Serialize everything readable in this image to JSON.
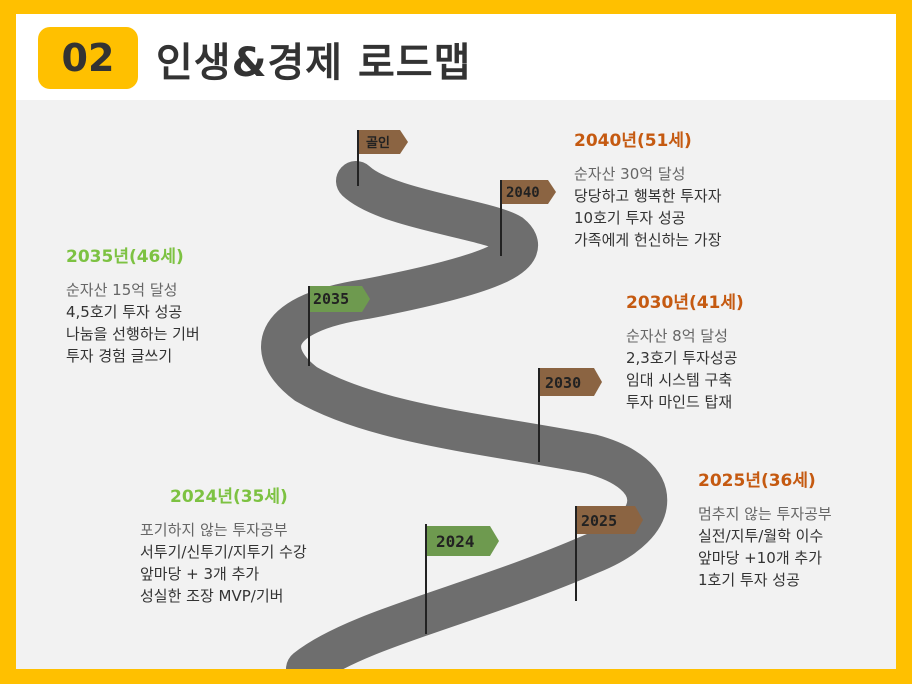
{
  "header": {
    "number": "02",
    "title": "인생&경제 로드맵"
  },
  "colors": {
    "frame": "#FFC000",
    "road": "#6E6E6E",
    "flag_brown": "#8B6442",
    "flag_green": "#6E9A4F",
    "year_orange": "#C55A11",
    "year_green": "#7DC242"
  },
  "flags": {
    "goal": "골인",
    "f2040": "2040",
    "f2035": "2035",
    "f2030": "2030",
    "f2025": "2025",
    "f2024": "2024"
  },
  "milestones": {
    "m2040": {
      "year": "2040년(51세)",
      "lines": [
        "순자산 30억 달성",
        "당당하고 행복한 투자자",
        "10호기 투자 성공",
        "가족에게 헌신하는 가장"
      ]
    },
    "m2035": {
      "year": "2035년(46세)",
      "lines": [
        "순자산 15억 달성",
        "4,5호기 투자 성공",
        "나눔을 선행하는 기버",
        "투자 경험 글쓰기"
      ]
    },
    "m2030": {
      "year": "2030년(41세)",
      "lines": [
        "순자산 8억 달성",
        "2,3호기 투자성공",
        "임대 시스템 구축",
        "투자 마인드 탑재"
      ]
    },
    "m2025": {
      "year": "2025년(36세)",
      "lines": [
        "멈추지 않는 투자공부",
        "실전/지투/월학 이수",
        "앞마당 +10개 추가",
        "1호기 투자 성공"
      ]
    },
    "m2024": {
      "year": "2024년(35세)",
      "lines": [
        "포기하지 않는 투자공부",
        "서투기/신투기/지투기 수강",
        "앞마당 + 3개 추가",
        "성실한 조장 MVP/기버"
      ]
    }
  }
}
